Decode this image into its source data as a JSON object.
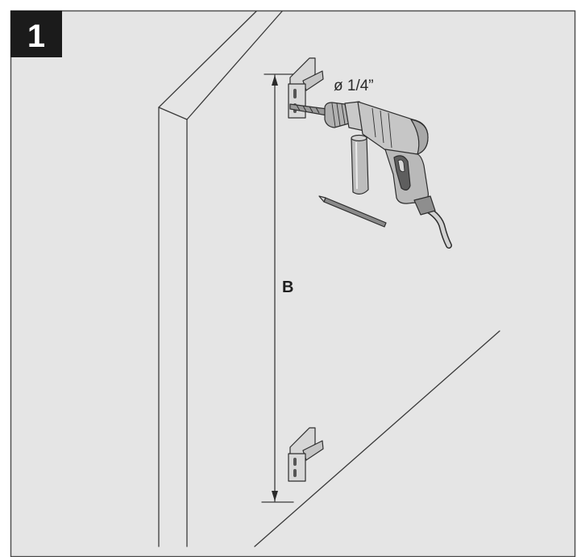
{
  "step": {
    "number": "1"
  },
  "labels": {
    "drill_bit": "ø 1/4”",
    "dimension": "B"
  },
  "colors": {
    "panel": "#e5e5e5",
    "frame": "#4a4a4a",
    "step_badge": "#1b1b1b",
    "line": "#3a3a3a",
    "metal": "#bdbdbd"
  }
}
